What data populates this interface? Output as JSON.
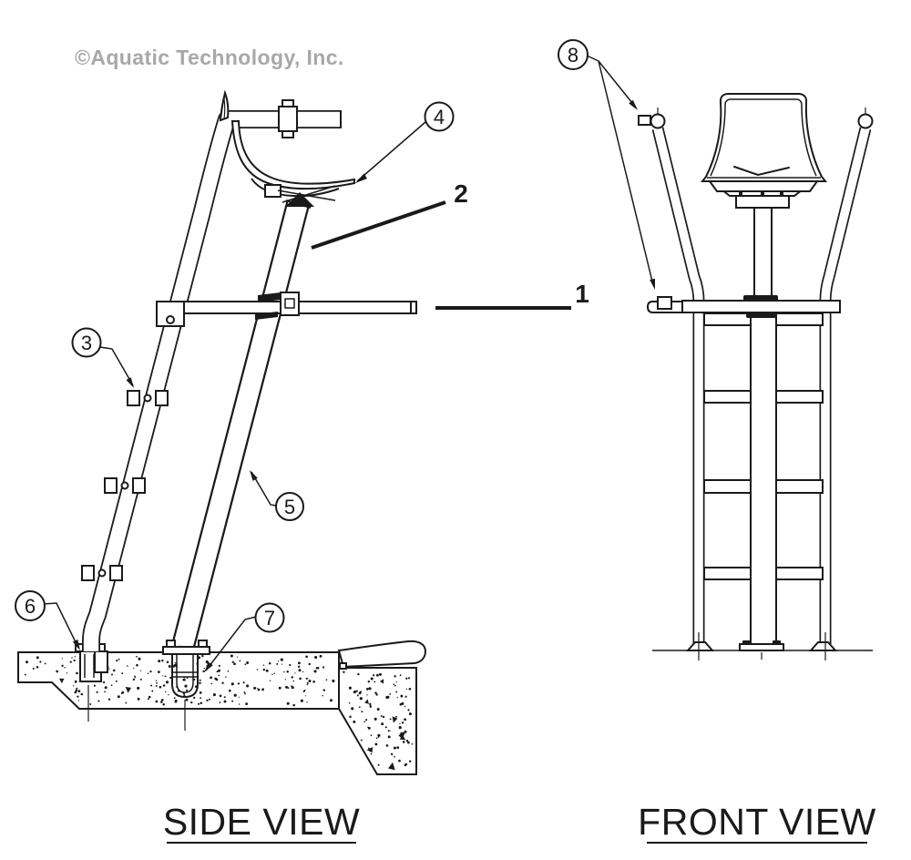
{
  "watermark": {
    "text": "©Aquatic Technology, Inc."
  },
  "labels": {
    "side_view": "SIDE VIEW",
    "front_view": "FRONT VIEW"
  },
  "callouts": {
    "c1": "1",
    "c2": "2",
    "c3": "3",
    "c4": "4",
    "c5": "5",
    "c6": "6",
    "c7": "7",
    "c8": "8"
  },
  "colors": {
    "line": "#1a1a1a",
    "watermark": "#a8a8a8",
    "background": "#ffffff"
  }
}
